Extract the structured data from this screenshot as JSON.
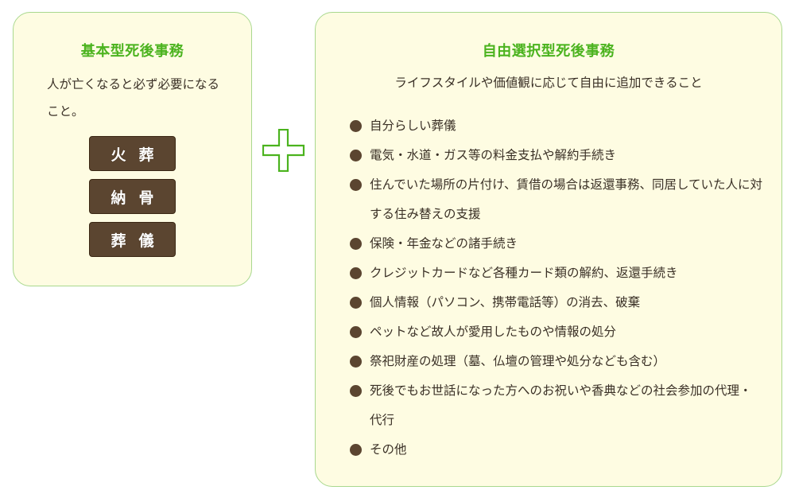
{
  "colors": {
    "panel_bg": "#fefce2",
    "panel_border": "#a9d88e",
    "title_green": "#4bb31e",
    "chip_brown": "#5b4530",
    "text": "#3a3026"
  },
  "basic": {
    "title": "基本型死後事務",
    "description": "人が亡くなると必ず必要になること。",
    "chips": [
      {
        "label": "火葬"
      },
      {
        "label": "納骨"
      },
      {
        "label": "葬儀"
      }
    ]
  },
  "connector": {
    "icon": "plus-icon"
  },
  "optional": {
    "title": "自由選択型死後事務",
    "subtitle": "ライフスタイルや価値観に応じて自由に追加できること",
    "items": [
      {
        "label": "自分らしい葬儀"
      },
      {
        "label": "電気・水道・ガス等の料金支払や解約手続き"
      },
      {
        "label": "住んでいた場所の片付け、賃借の場合は返還事務、同居していた人に対する住み替えの支援"
      },
      {
        "label": "保険・年金などの諸手続き"
      },
      {
        "label": "クレジットカードなど各種カード類の解約、返還手続き"
      },
      {
        "label": "個人情報（パソコン、携帯電話等）の消去、破棄"
      },
      {
        "label": "ペットなど故人が愛用したものや情報の処分"
      },
      {
        "label": "祭祀財産の処理（墓、仏壇の管理や処分なども含む）"
      },
      {
        "label": "死後でもお世話になった方へのお祝いや香典などの社会参加の代理・代行"
      },
      {
        "label": "その他"
      }
    ]
  }
}
